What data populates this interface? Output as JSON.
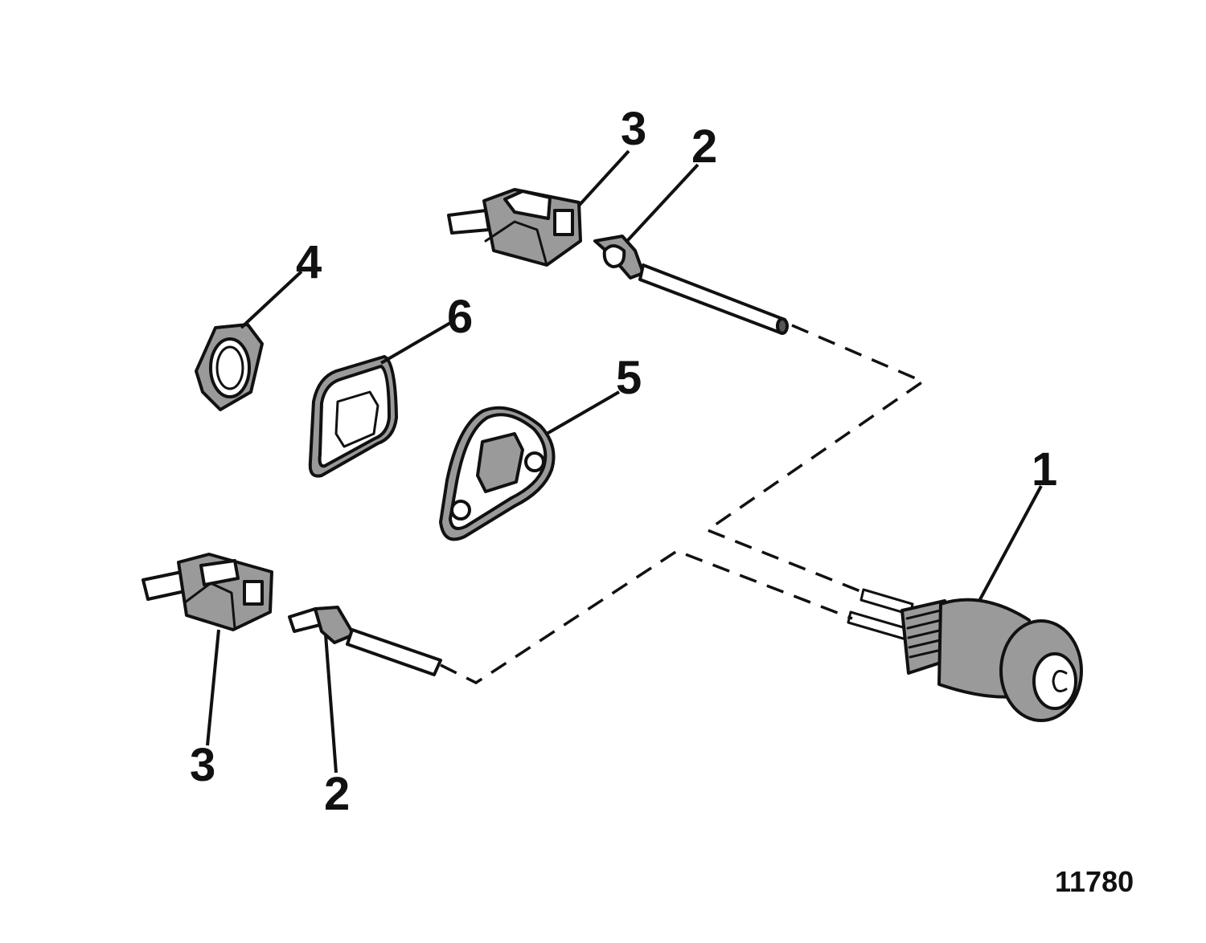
{
  "figure_number": "11780",
  "callouts": {
    "sender": "1",
    "terminal_top": "2",
    "terminal_bottom": "2",
    "connector_top": "3",
    "connector_bottom": "3",
    "hex_nut": "4",
    "mounting_plate": "5",
    "gasket": "6"
  },
  "colors": {
    "ink": "#111111",
    "shade": "#9a9a9a",
    "paper": "#ffffff"
  }
}
